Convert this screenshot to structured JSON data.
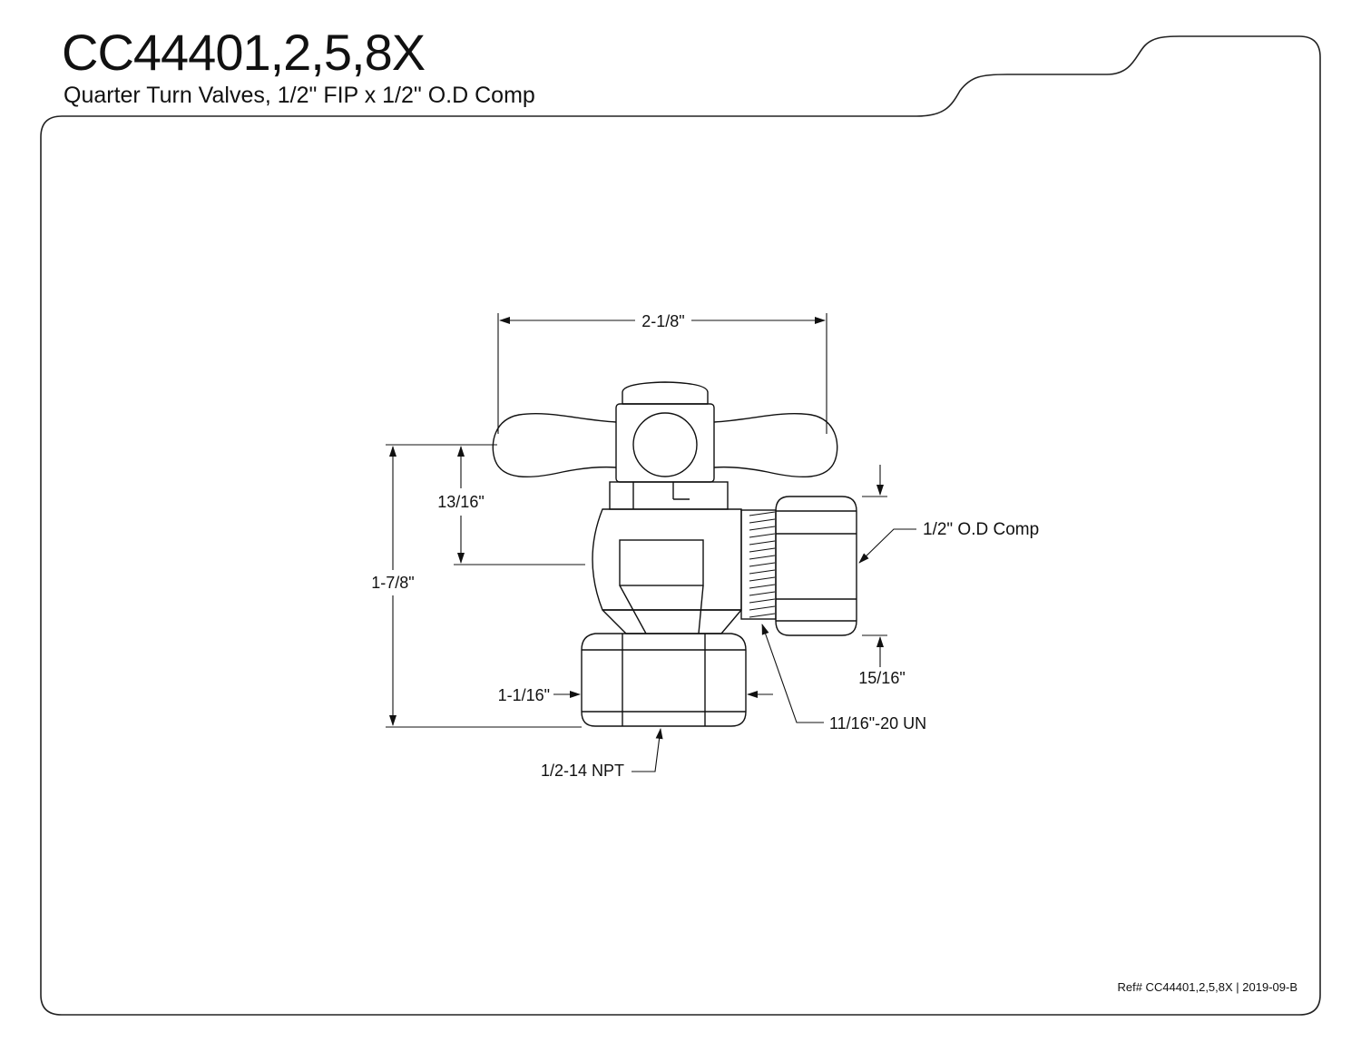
{
  "header": {
    "model": "CC44401,2,5,8X",
    "description": "Quarter Turn Valves, 1/2\" FIP x 1/2\" O.D Comp"
  },
  "dimensions": {
    "overall_width": "2-1/8\"",
    "overall_height": "1-7/8\"",
    "handle_to_center": "13/16\"",
    "comp_outlet": "1/2\" O.D Comp",
    "comp_nut_height": "15/16\"",
    "inlet_nut_width": "1-1/16\"",
    "outlet_thread": "11/16\"-20 UN",
    "inlet_thread": "1/2-14 NPT"
  },
  "footer": {
    "reference": "Ref# CC44401,2,5,8X | 2019-09-B"
  }
}
